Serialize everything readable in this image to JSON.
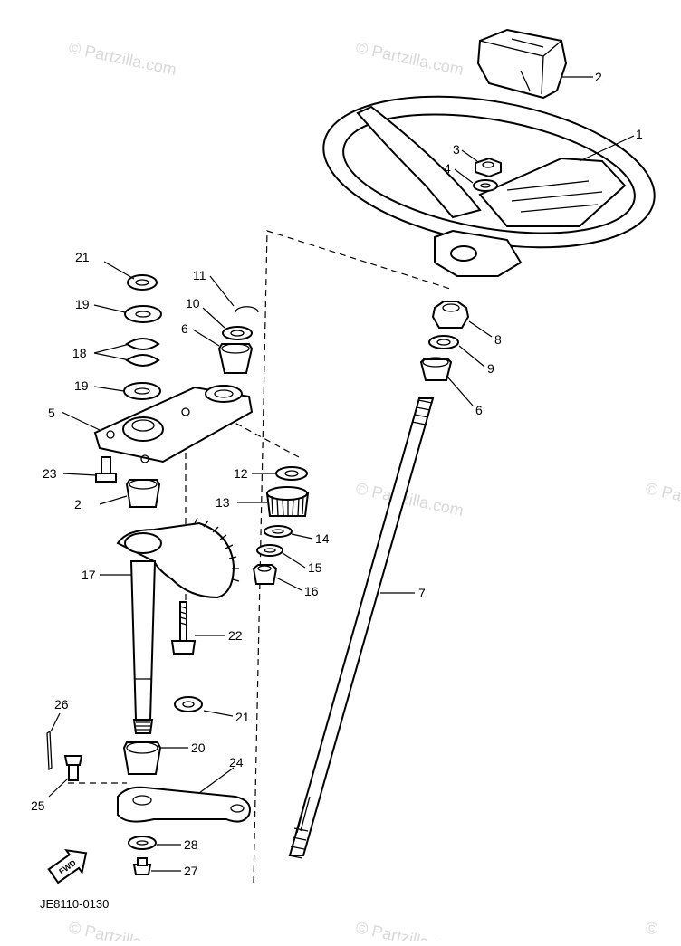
{
  "watermark": {
    "text": "Partzilla.com",
    "copyright": "©"
  },
  "diagram_code": "JE8110-0130",
  "fwd_label": "FWD",
  "callouts": {
    "p1": "1",
    "p2": "2",
    "p3": "3",
    "p4": "4",
    "p5": "5",
    "p6a": "6",
    "p6b": "6",
    "p7": "7",
    "p8": "8",
    "p9": "9",
    "p10": "10",
    "p11": "11",
    "p12": "12",
    "p13": "13",
    "p14": "14",
    "p15": "15",
    "p16": "16",
    "p17": "17",
    "p18": "18",
    "p19a": "19",
    "p19b": "19",
    "p20": "20",
    "p21a": "21",
    "p21b": "21",
    "p22": "22",
    "p23": "23",
    "p24": "24",
    "p25": "25",
    "p26": "26",
    "p27": "27",
    "p28": "28",
    "p2x": "2"
  },
  "colors": {
    "line": "#000000",
    "background": "#ffffff",
    "watermark": "#d9d9d9"
  }
}
